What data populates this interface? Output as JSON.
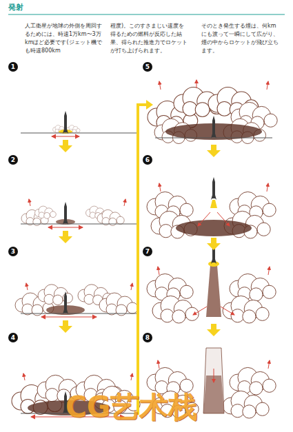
{
  "diagram": {
    "title": "発射",
    "labels": [
      "人工衛星が地球の外側を周回するためには、時速1万km〜3万kmほど必要です(ジェット機でも時速800km",
      "程度)。このすさまじい速度を得るための燃料が反応した結果、得られた推進力でロケットが打ち上げられます。",
      "そのとき発生する煙は、何kmにも渡って一瞬にして広がり、煙の中からロケットが飛び立ちます。",
      "1",
      "2",
      "3",
      "4",
      "5",
      "6",
      "7",
      "8",
      "CG艺术栈"
    ]
  }
}
